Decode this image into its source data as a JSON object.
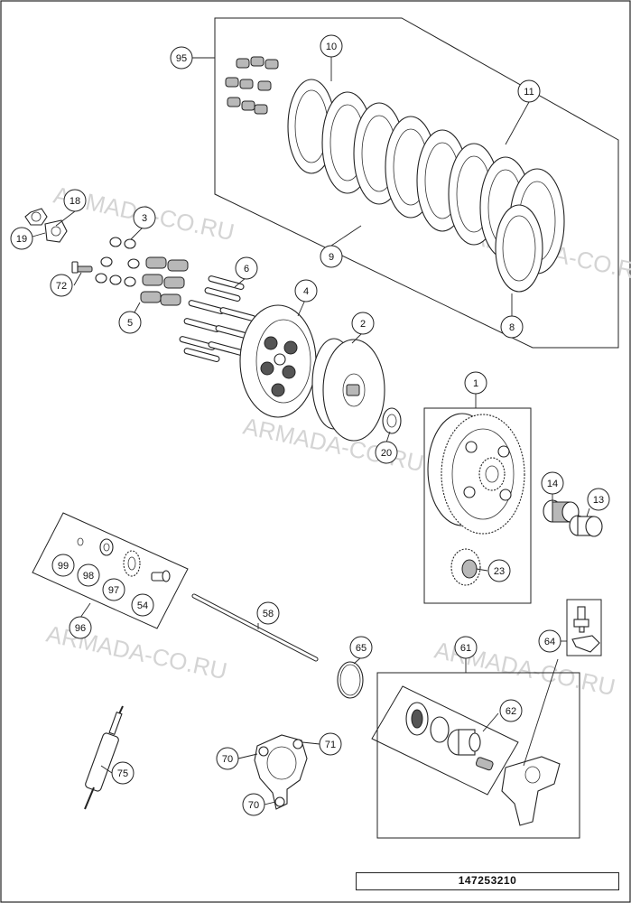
{
  "document_number": "147253210",
  "watermark_text": "ARMADA-CO.RU",
  "callouts": [
    "95",
    "10",
    "11",
    "9",
    "8",
    "18",
    "19",
    "3",
    "72",
    "5",
    "6",
    "4",
    "2",
    "20",
    "1",
    "14",
    "13",
    "23",
    "99",
    "98",
    "97",
    "54",
    "96",
    "58",
    "65",
    "61",
    "62",
    "64",
    "71",
    "70",
    "70",
    "75"
  ],
  "colors": {
    "line": "#222222",
    "watermark": "#d4d4d4",
    "shade": "#b8b8b8"
  }
}
